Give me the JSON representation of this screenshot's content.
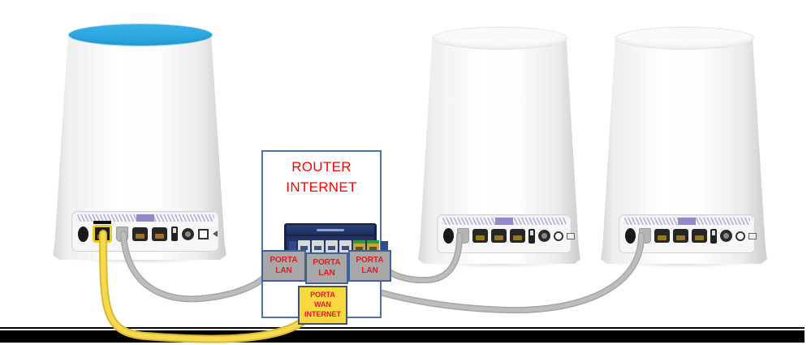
{
  "diagram": {
    "type": "network-topology",
    "description": "Three Orbi-style mesh Wi-Fi towers wired to an internet router; port labels shown in Italian",
    "center_box": {
      "title_line1": "ROUTER",
      "title_line2": "INTERNET",
      "lan_labels": [
        {
          "line1": "PORTA",
          "line2": "LAN"
        },
        {
          "line1": "PORTA",
          "line2": "LAN"
        },
        {
          "line1": "PORTA",
          "line2": "LAN"
        }
      ],
      "wan_label": {
        "line1": "PORTA",
        "line2": "WAN",
        "line3": "INTERNET"
      }
    },
    "devices": [
      {
        "id": "orbi-router-left",
        "top_ring": "blue",
        "rear_ports": "power, yellow internet port, ethernet ports, switch, power jack, sync button"
      },
      {
        "id": "orbi-satellite-middle",
        "top_ring": "white",
        "rear_ports": "power, ethernet ports, switch, power jack, sync button"
      },
      {
        "id": "orbi-satellite-right",
        "top_ring": "white",
        "rear_ports": "power, ethernet ports, switch, power jack, sync button"
      }
    ],
    "connections": [
      {
        "cable": "yellow",
        "from": "orbi-router-left yellow internet port",
        "to": "PORTA WAN INTERNET"
      },
      {
        "cable": "gray",
        "from": "orbi-router-left ethernet port",
        "to": "PORTA LAN (left)"
      },
      {
        "cable": "gray",
        "from": "orbi-satellite-middle ethernet port",
        "to": "PORTA LAN (right)"
      },
      {
        "cable": "gray",
        "from": "orbi-satellite-right ethernet port",
        "to": "PORTA LAN (center area)"
      }
    ],
    "colors": {
      "accent_blue_top": "#2aa9e1",
      "box_border_blue": "#4f74a8",
      "label_red": "#e11b22",
      "title_red": "#ff0000",
      "lan_box_gray": "#a8a8a8",
      "wan_box_yellow": "#f6d83f",
      "cable_gray": "#b3b3b3",
      "cable_yellow": "#f2d544",
      "router_navy": "#16224d",
      "vent_lavender": "#948ac6"
    }
  }
}
